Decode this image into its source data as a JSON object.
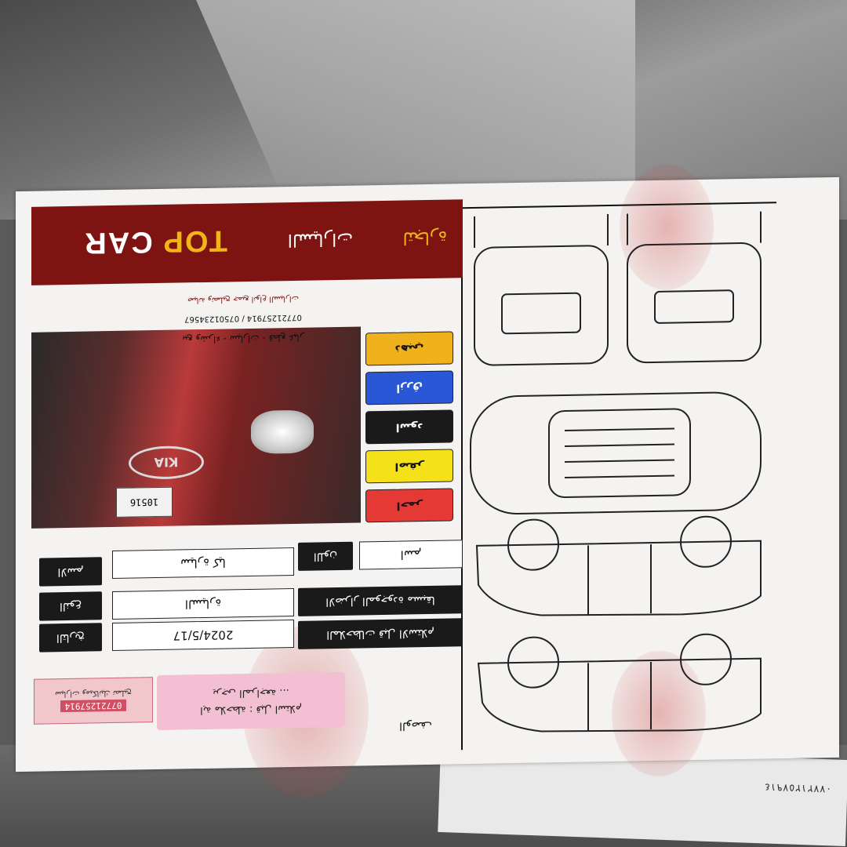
{
  "form": {
    "title": "الوصف",
    "phone_number": "07721257914",
    "phone_note": "سيارات وميكانيك تصليح",
    "notice_line1": "اية ملاحظة : قبل استلام",
    "notice_line2": "... يرجى المراجعة",
    "fields": [
      {
        "label": "التاريخ",
        "value": "2024/5/17"
      },
      {
        "label": "النوع",
        "value": "السيارة"
      },
      {
        "label": "الاسم",
        "value": "سيارة كيا"
      }
    ],
    "extra_labels": [
      "الملاحظات قبل الاستلام",
      "الاضرار الموجودة مسبقا",
      "اللون",
      "اسم"
    ],
    "color_buttons": [
      {
        "label": "احمر",
        "color": "#e53935",
        "text_color": "#111111"
      },
      {
        "label": "اصفر",
        "color": "#f4e11a",
        "text_color": "#111111"
      },
      {
        "label": "اسود",
        "color": "#1a1a1a",
        "text_color": "#ffffff"
      },
      {
        "label": "ازرق",
        "color": "#2a57d6",
        "text_color": "#ffffff"
      },
      {
        "label": "ذهبي",
        "color": "#f0b21c",
        "text_color": "#111111"
      }
    ],
    "plate": "10516",
    "car_logo": "KIA"
  },
  "branding": {
    "brand_top": "TOP",
    "brand_car": "CAR",
    "arabic_name": "لتجارة",
    "arabic_name2": "السيارات",
    "services": "بيع وشراء - سيارات - قطع غيار",
    "phones": "07721257914 / 07501234567",
    "tagline": "صيانة وتصليح جميع انواع السيارات"
  },
  "under_paper": {
    "code": "٠٧٧٢١٢٥٧٩١٤"
  },
  "colors": {
    "brand_red": "#7d1412",
    "brand_gold": "#f2b41b",
    "paper": "#f4f3f1"
  }
}
